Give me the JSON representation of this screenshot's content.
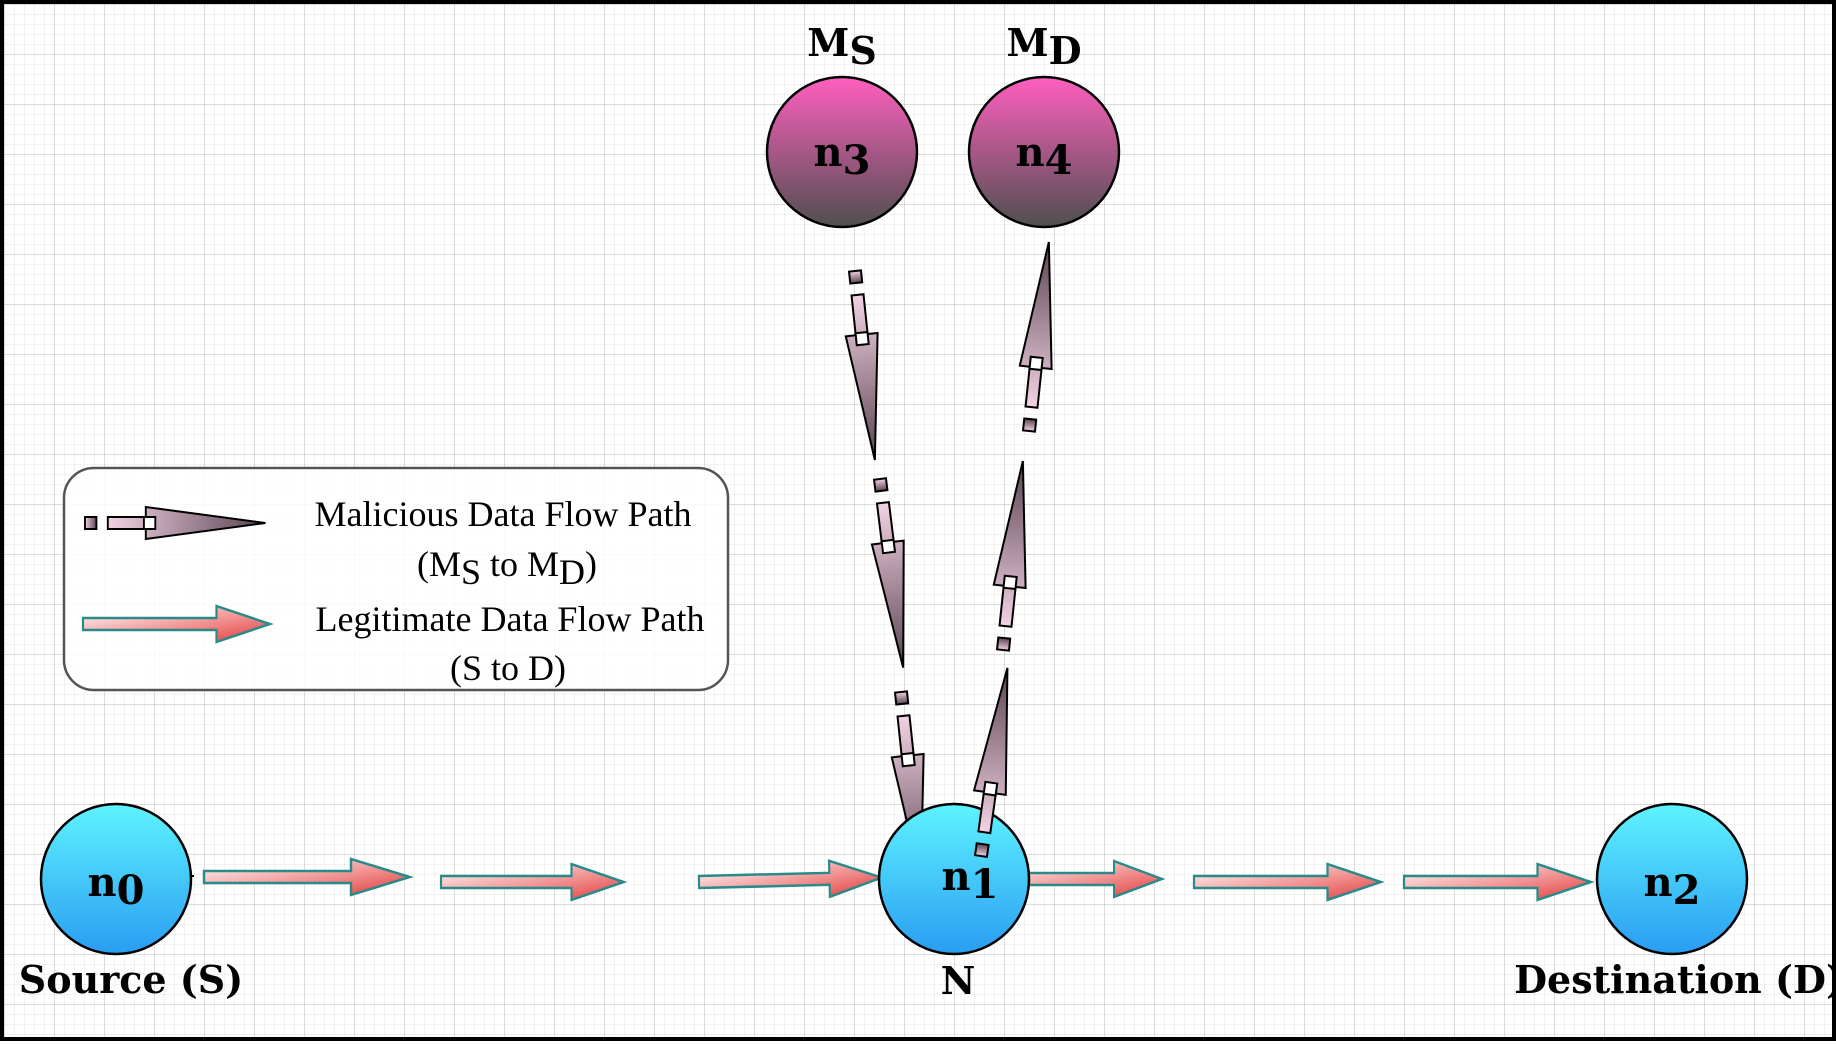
{
  "nodes": {
    "n0": {
      "base": "n",
      "sub": "0",
      "caption": "Source (S)"
    },
    "n1": {
      "base": "n",
      "sub": "1",
      "caption": "N"
    },
    "n2": {
      "base": "n",
      "sub": "2",
      "caption": "Destination (D)"
    },
    "n3": {
      "base": "n",
      "sub": "3",
      "role_base": "M",
      "role_sub": "S"
    },
    "n4": {
      "base": "n",
      "sub": "4",
      "role_base": "M",
      "role_sub": "D"
    }
  },
  "legend": {
    "malicious": {
      "line1": "Malicious Data Flow Path",
      "open": "(M",
      "sub1": "S",
      "mid": " to M",
      "sub2": "D",
      "close": ")"
    },
    "legitimate": {
      "line1": "Legitimate Data Flow Path",
      "line2": "(S to D)"
    }
  },
  "colors": {
    "legit_node_top": "#5ef3ff",
    "legit_node_bottom": "#2a9df2",
    "malicious_node_top": "#ff5fbf",
    "malicious_node_bottom": "#4f4f4f",
    "legit_arrow_light": "#ffffff",
    "legit_arrow_dark": "#e23a3a",
    "legit_arrow_stroke": "#2a8a8a",
    "malicious_arrow_light": "#f2d2e4",
    "malicious_arrow_dark": "#5a4451"
  }
}
